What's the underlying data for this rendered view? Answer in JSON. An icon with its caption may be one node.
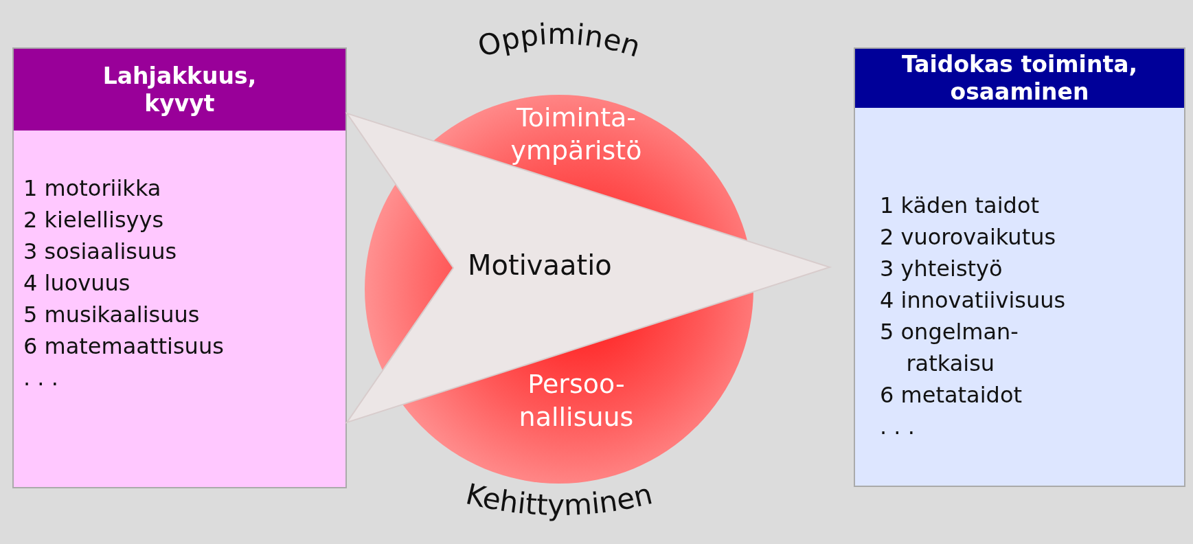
{
  "diagram": {
    "nodes": [
      {
        "text": [
          "Lahjakkuus, kyvyt",
          "1 motoriikka",
          "2 kielellisyys",
          "3 sosiaalisuus",
          "4 luovuus",
          "5 musikaalisuus",
          "6 matemaattisuus",
          ". . ."
        ]
      },
      {
        "text": [
          "Toiminta- ympäristö",
          "Persoo- nallisuus"
        ],
        "beside": [
          "Oppiminen",
          "Kehittyminen"
        ]
      },
      {
        "text": [
          "Taidokas toiminta, osaaminen",
          "1 käden taidot",
          "2 vuorovaikutus",
          "3 yhteistyö",
          "4 innovatiivisuus",
          "5 ongelman- ratkaisu",
          "6 metataidot",
          ". . ."
        ]
      }
    ],
    "edges": [
      {
        "from": 0,
        "to": 2,
        "arrow": "to",
        "label": "Motivaatio",
        "style": "thick"
      }
    ]
  }
}
